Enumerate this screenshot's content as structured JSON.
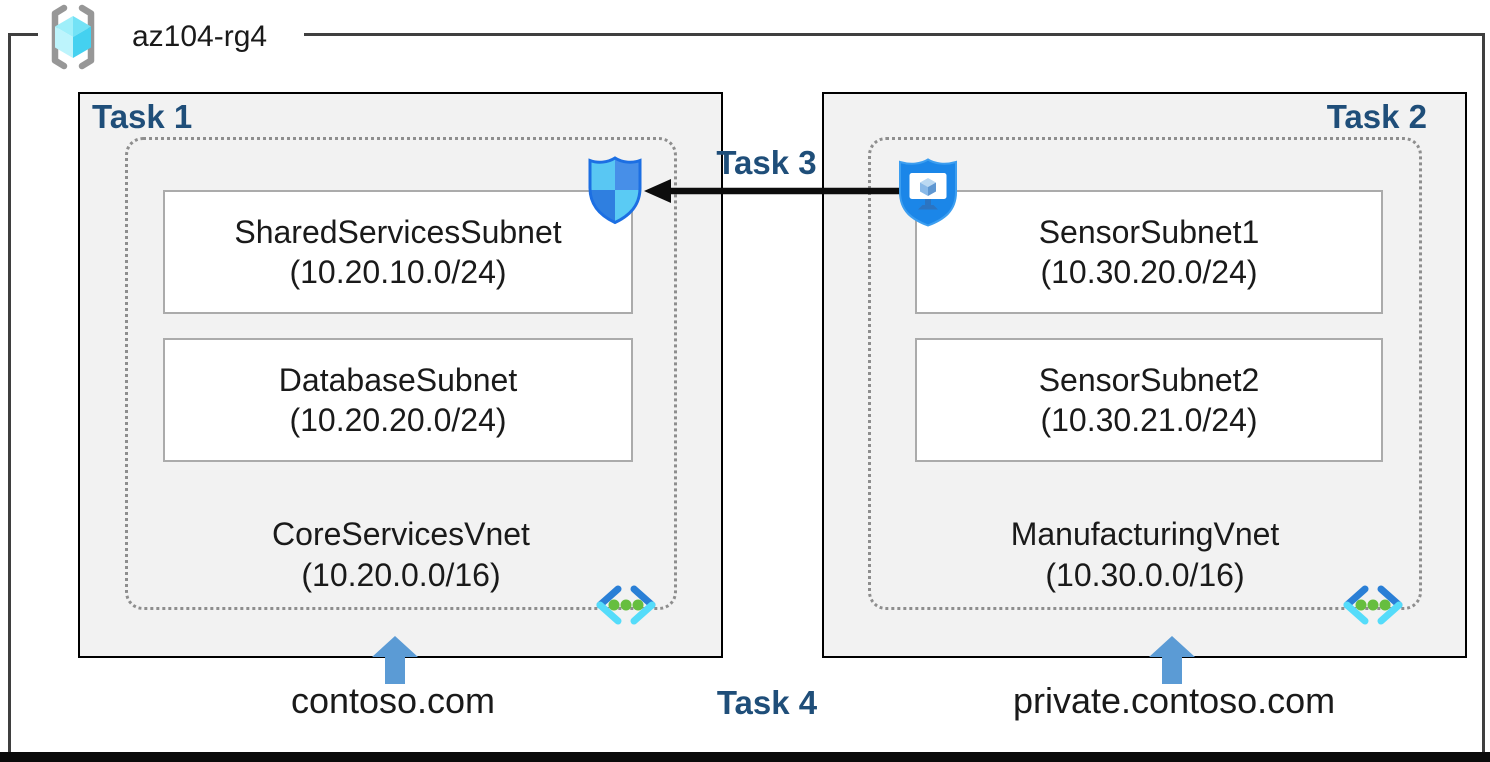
{
  "resource_group": {
    "name": "az104-rg4"
  },
  "tasks": {
    "t1": "Task 1",
    "t2": "Task 2",
    "t3": "Task 3",
    "t4": "Task 4"
  },
  "left": {
    "subnets": [
      {
        "name": "SharedServicesSubnet",
        "cidr": "(10.20.10.0/24)"
      },
      {
        "name": "DatabaseSubnet",
        "cidr": "(10.20.20.0/24)"
      }
    ],
    "vnet": {
      "name": "CoreServicesVnet",
      "cidr": "(10.20.0.0/16)"
    },
    "dns": "contoso.com"
  },
  "right": {
    "subnets": [
      {
        "name": "SensorSubnet1",
        "cidr": "(10.30.20.0/24)"
      },
      {
        "name": "SensorSubnet2",
        "cidr": "(10.30.21.0/24)"
      }
    ],
    "vnet": {
      "name": "ManufacturingVnet",
      "cidr": "(10.30.0.0/16)"
    },
    "dns": "private.contoso.com"
  },
  "icons": {
    "resource_group": "azure-resource-group-icon",
    "nsg": "network-security-group-shield-icon",
    "bastion": "bastion-shield-monitor-icon",
    "vnet": "virtual-network-brackets-icon",
    "up_arrow": "blue-up-arrow",
    "peering": "black-left-arrow"
  },
  "colors": {
    "task_label": "#1F4E79",
    "task_box_fill": "#F2F2F2",
    "blue_arrow": "#5B9BD5",
    "nsg_border_blue": "#1C6FE3",
    "bastion_blue": "#1B86E8",
    "vnet_bracket_blue": "#2A7FD6",
    "vnet_bracket_cyan": "#55DCFA",
    "vnet_dot_green": "#66BE3F",
    "rg_cube_cyan": "#50E6FF"
  }
}
